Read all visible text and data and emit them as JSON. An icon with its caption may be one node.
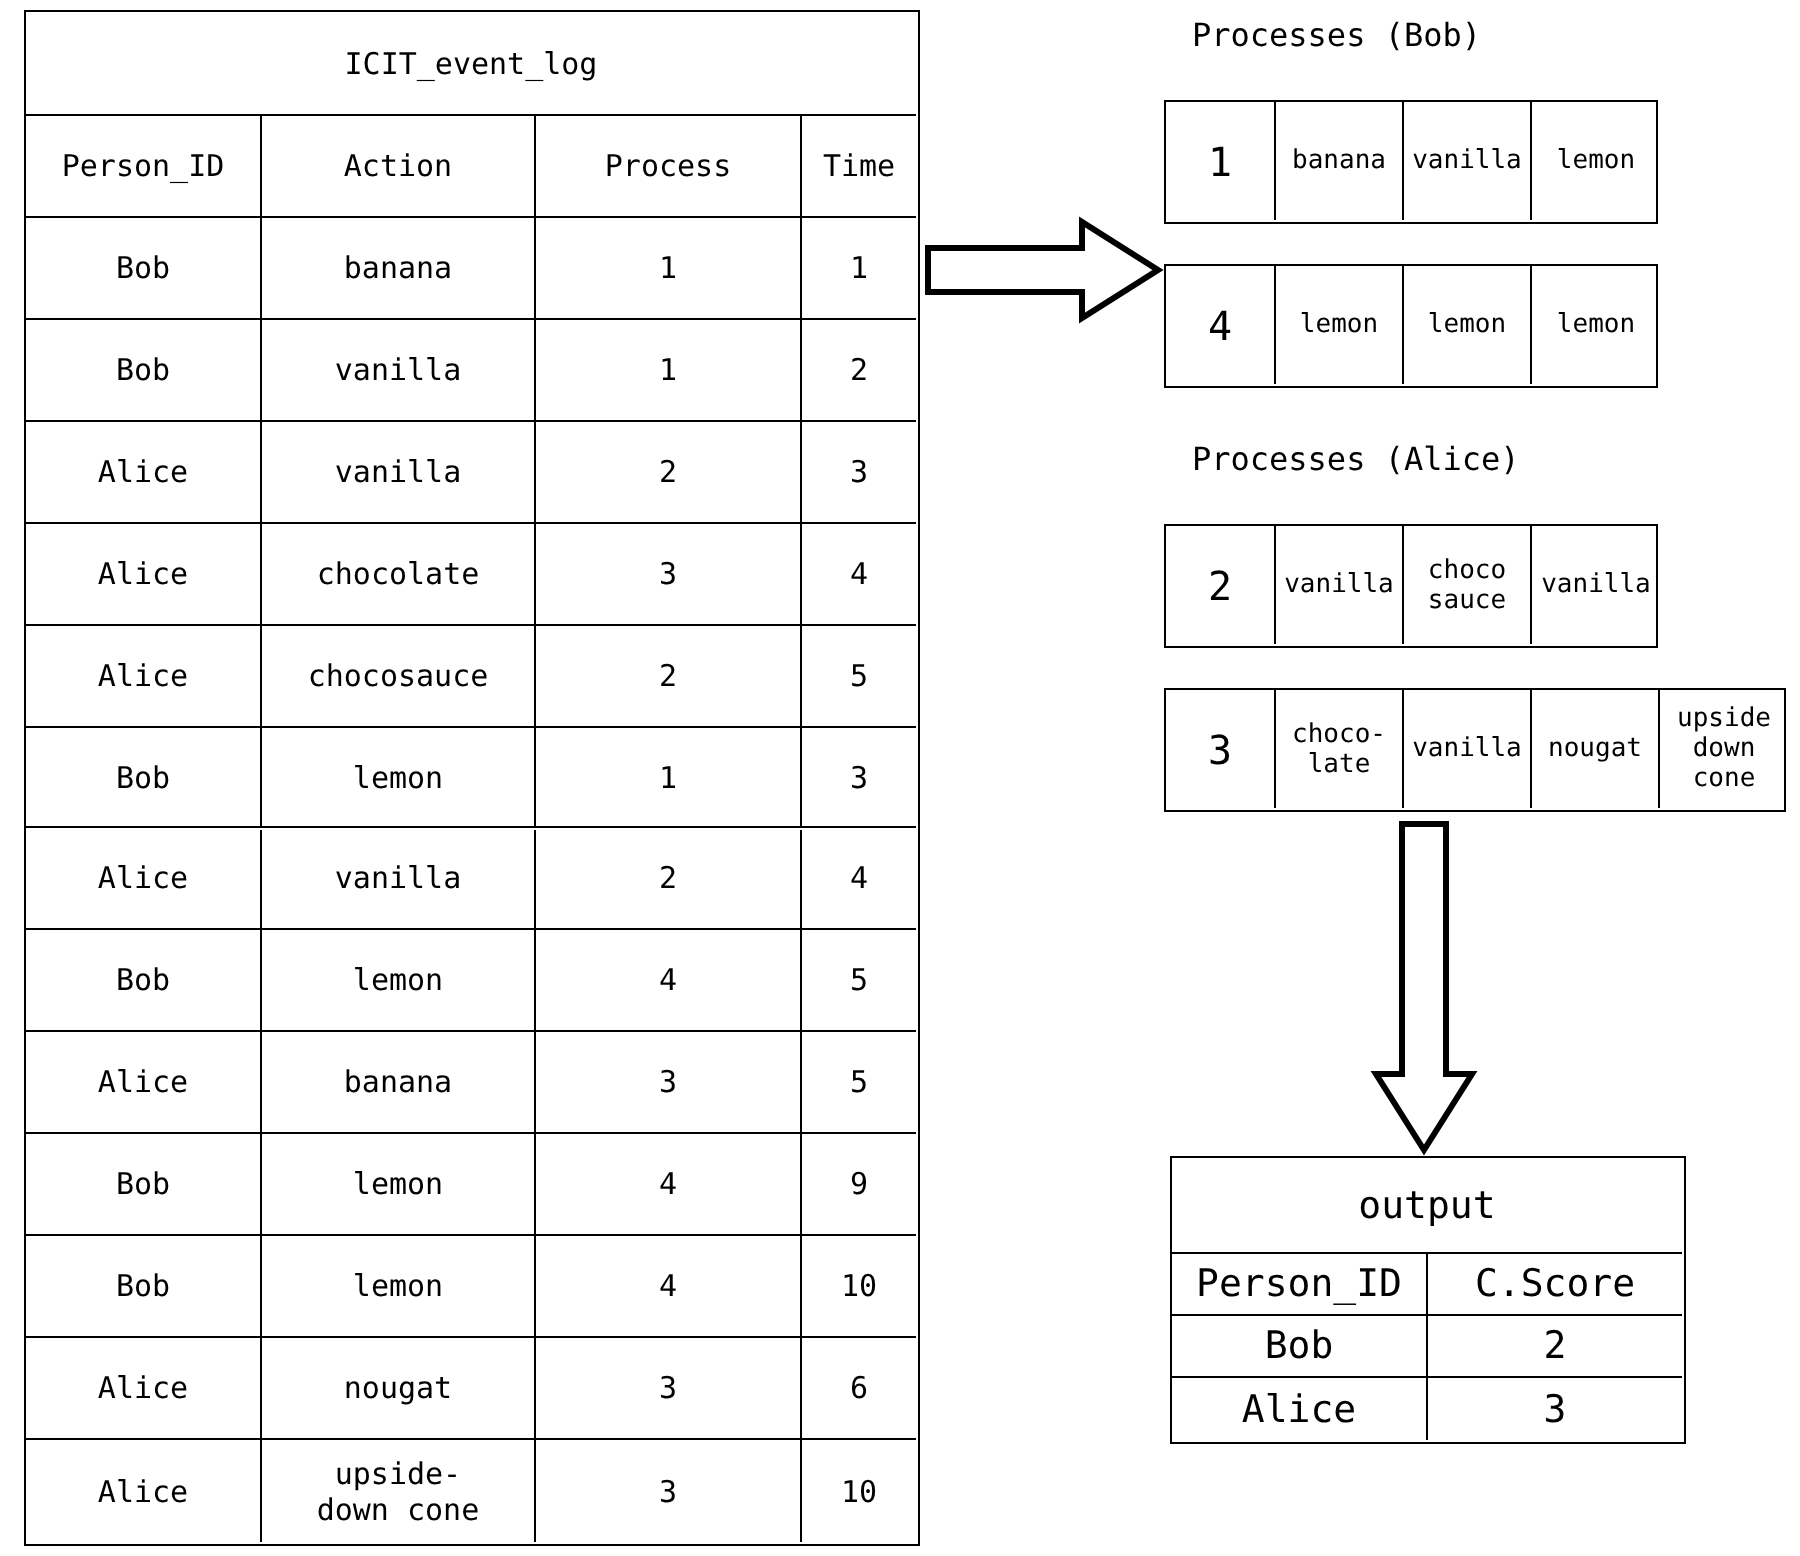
{
  "diagram": {
    "nodes": [
      {
        "text": [
          "ICIT_event_log"
        ]
      },
      {
        "text": [
          "Processes (Bob)"
        ]
      },
      {
        "text": [
          "Processes (Alice)"
        ]
      },
      {
        "text": [
          "output"
        ]
      }
    ],
    "edges": [
      {
        "from": 0,
        "to": 1,
        "arrow": "to"
      },
      {
        "from": 2,
        "to": 3,
        "arrow": "to"
      }
    ],
    "labels": [
      "Person_ID",
      "Action",
      "Process",
      "Time",
      "Bob",
      "banana",
      "1",
      "1",
      "Bob",
      "vanilla",
      "1",
      "2",
      "Alice",
      "vanilla",
      "2",
      "3",
      "Alice",
      "chocolate",
      "3",
      "4",
      "Alice",
      "chocosauce",
      "2",
      "5",
      "Bob",
      "lemon",
      "1",
      "3",
      "Alice",
      "vanilla",
      "2",
      "4",
      "Bob",
      "lemon",
      "4",
      "5",
      "Alice",
      "banana",
      "3",
      "5",
      "Bob",
      "lemon",
      "4",
      "9",
      "Bob",
      "lemon",
      "4",
      "10",
      "Alice",
      "nougat",
      "3",
      "6",
      "Alice",
      "upside- down cone",
      "3",
      "10",
      "1",
      "banana",
      "vanilla",
      "lemon",
      "4",
      "lemon",
      "lemon",
      "lemon",
      "2",
      "vanilla",
      "choco sauce",
      "vanilla",
      "3",
      "choco- late",
      "vanilla",
      "nougat",
      "upside down cone",
      "Person_ID",
      "C.Score",
      "Bob",
      "2",
      "Alice",
      "3"
    ]
  }
}
